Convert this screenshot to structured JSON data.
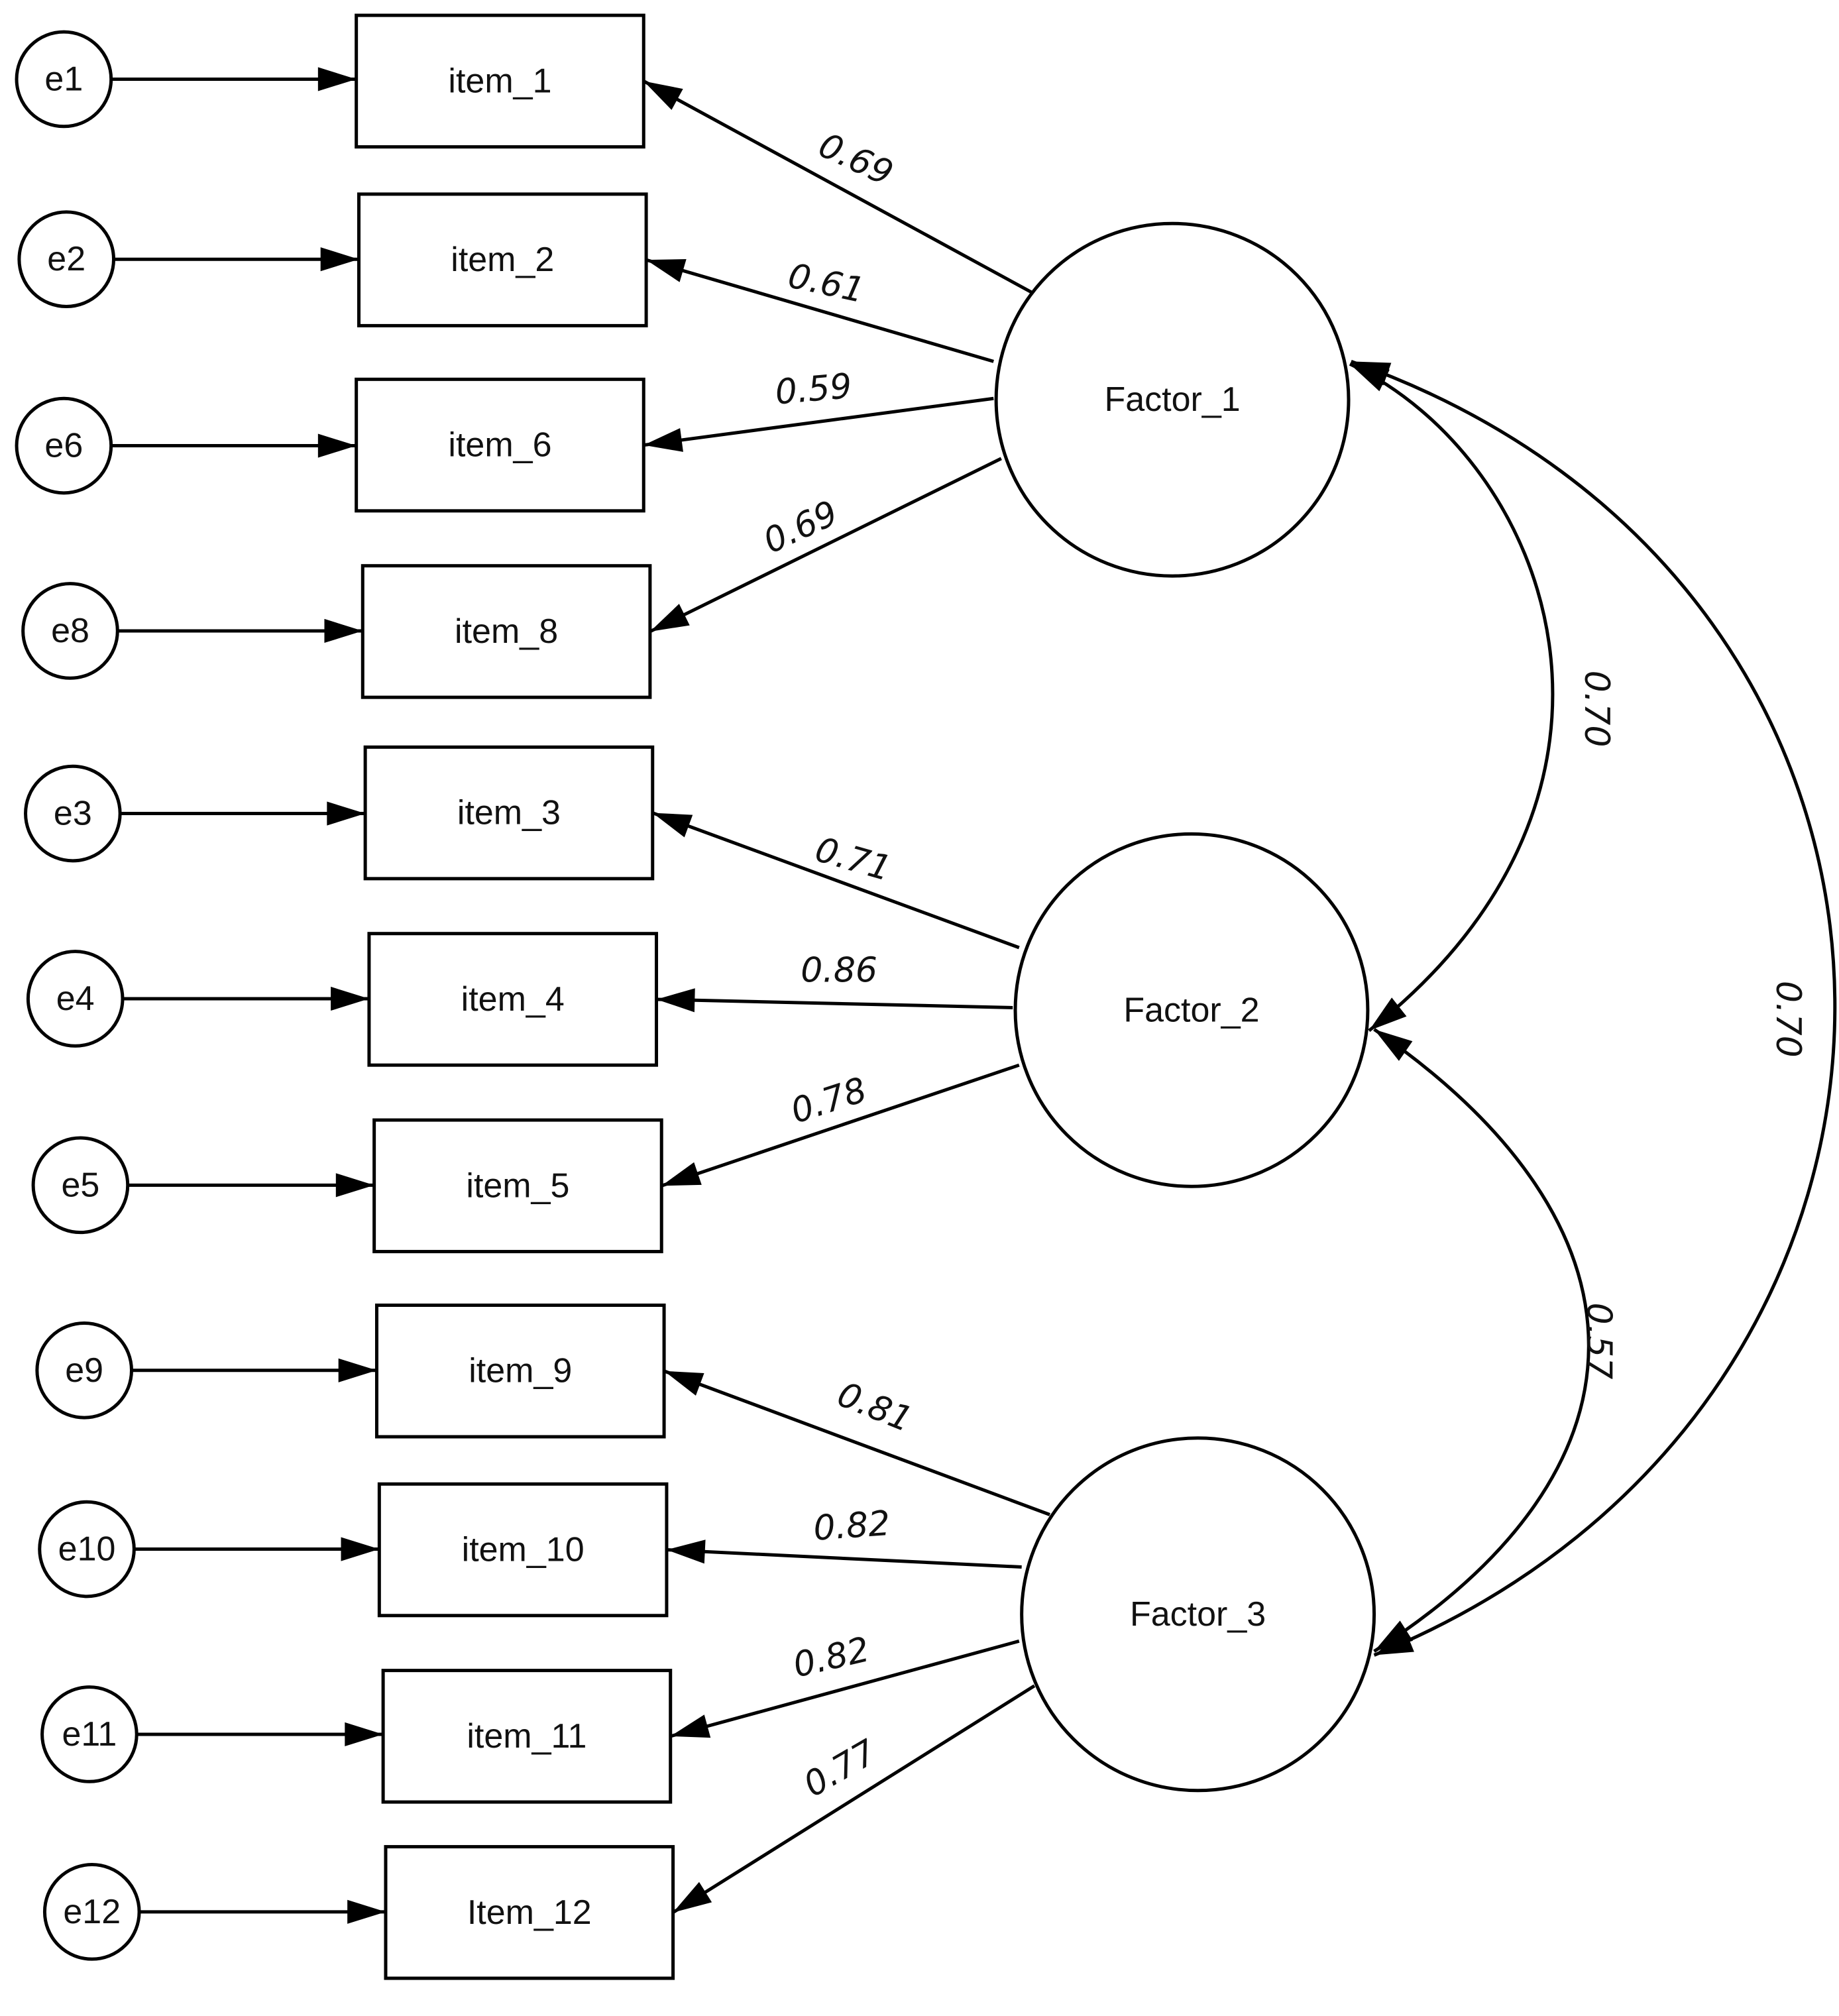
{
  "errors": [
    {
      "id": "e1",
      "label": "e1"
    },
    {
      "id": "e2",
      "label": "e2"
    },
    {
      "id": "e6",
      "label": "e6"
    },
    {
      "id": "e8",
      "label": "e8"
    },
    {
      "id": "e3",
      "label": "e3"
    },
    {
      "id": "e4",
      "label": "e4"
    },
    {
      "id": "e5",
      "label": "e5"
    },
    {
      "id": "e9",
      "label": "e9"
    },
    {
      "id": "e10",
      "label": "e10"
    },
    {
      "id": "e11",
      "label": "e11"
    },
    {
      "id": "e12",
      "label": "e12"
    }
  ],
  "items": [
    {
      "id": "item_1",
      "label": "item_1"
    },
    {
      "id": "item_2",
      "label": "item_2"
    },
    {
      "id": "item_6",
      "label": "item_6"
    },
    {
      "id": "item_8",
      "label": "item_8"
    },
    {
      "id": "item_3",
      "label": "item_3"
    },
    {
      "id": "item_4",
      "label": "item_4"
    },
    {
      "id": "item_5",
      "label": "item_5"
    },
    {
      "id": "item_9",
      "label": "item_9"
    },
    {
      "id": "item_10",
      "label": "item_10"
    },
    {
      "id": "item_11",
      "label": "item_11"
    },
    {
      "id": "item_12",
      "label": "Item_12"
    }
  ],
  "factors": [
    {
      "id": "factor_1",
      "label": "Factor_1"
    },
    {
      "id": "factor_2",
      "label": "Factor_2"
    },
    {
      "id": "factor_3",
      "label": "Factor_3"
    }
  ],
  "loadings": [
    {
      "factor": "factor_1",
      "item": "item_1",
      "value": "0.69"
    },
    {
      "factor": "factor_1",
      "item": "item_2",
      "value": "0.61"
    },
    {
      "factor": "factor_1",
      "item": "item_6",
      "value": "0.59"
    },
    {
      "factor": "factor_1",
      "item": "item_8",
      "value": "0.69"
    },
    {
      "factor": "factor_2",
      "item": "item_3",
      "value": "0.71"
    },
    {
      "factor": "factor_2",
      "item": "item_4",
      "value": "0.86"
    },
    {
      "factor": "factor_2",
      "item": "item_5",
      "value": "0.78"
    },
    {
      "factor": "factor_3",
      "item": "item_9",
      "value": "0.81"
    },
    {
      "factor": "factor_3",
      "item": "item_10",
      "value": "0.82"
    },
    {
      "factor": "factor_3",
      "item": "item_11",
      "value": "0.82"
    },
    {
      "factor": "factor_3",
      "item": "item_12",
      "value": "0.77"
    }
  ],
  "correlations": [
    {
      "from": "factor_1",
      "to": "factor_2",
      "value": "0.70"
    },
    {
      "from": "factor_2",
      "to": "factor_3",
      "value": "0.57"
    },
    {
      "from": "factor_1",
      "to": "factor_3",
      "value": "0.70"
    }
  ]
}
